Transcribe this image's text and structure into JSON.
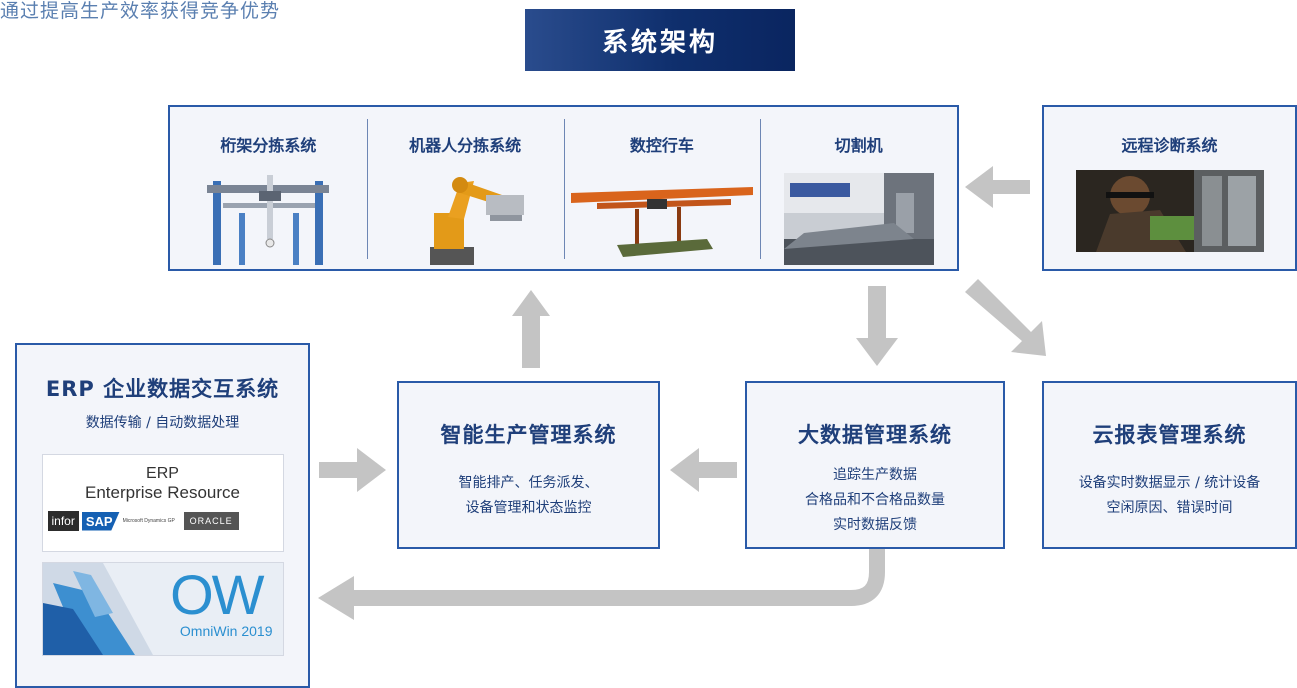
{
  "tagline": "通过提高生产效率获得竞争优势",
  "title": "系统架构",
  "equipment": [
    {
      "label": "桁架分拣系统"
    },
    {
      "label": "机器人分拣系统"
    },
    {
      "label": "数控行车"
    },
    {
      "label": "切割机"
    }
  ],
  "remote": {
    "label": "远程诊断系统"
  },
  "erp": {
    "title": "ERP 企业数据交互系统",
    "subtitle": "数据传输 / 自动数据处理",
    "logo_line1": "ERP",
    "logo_line2": "Enterprise Resource",
    "vendor_infor": "infor",
    "vendor_sap": "SAP",
    "vendor_ms": "Microsoft Dynamics GP",
    "vendor_oracle": "ORACLE",
    "ow_mark": "OW",
    "ow_name": "OmniWin 2019"
  },
  "smart": {
    "title": "智能生产管理系统",
    "lines": [
      "智能排产、任务派发、",
      "设备管理和状态监控"
    ]
  },
  "bigdata": {
    "title": "大数据管理系统",
    "lines": [
      "追踪生产数据",
      "合格品和不合格品数量",
      "实时数据反馈"
    ]
  },
  "cloud": {
    "title": "云报表管理系统",
    "lines": [
      "设备实时数据显示 / 统计设备",
      "空闲原因、错误时间"
    ]
  },
  "colors": {
    "border": "#2a5aa8",
    "text": "#1f3f7a",
    "arrow": "#c4c4c4",
    "title_bg": "#0f2f6d"
  }
}
